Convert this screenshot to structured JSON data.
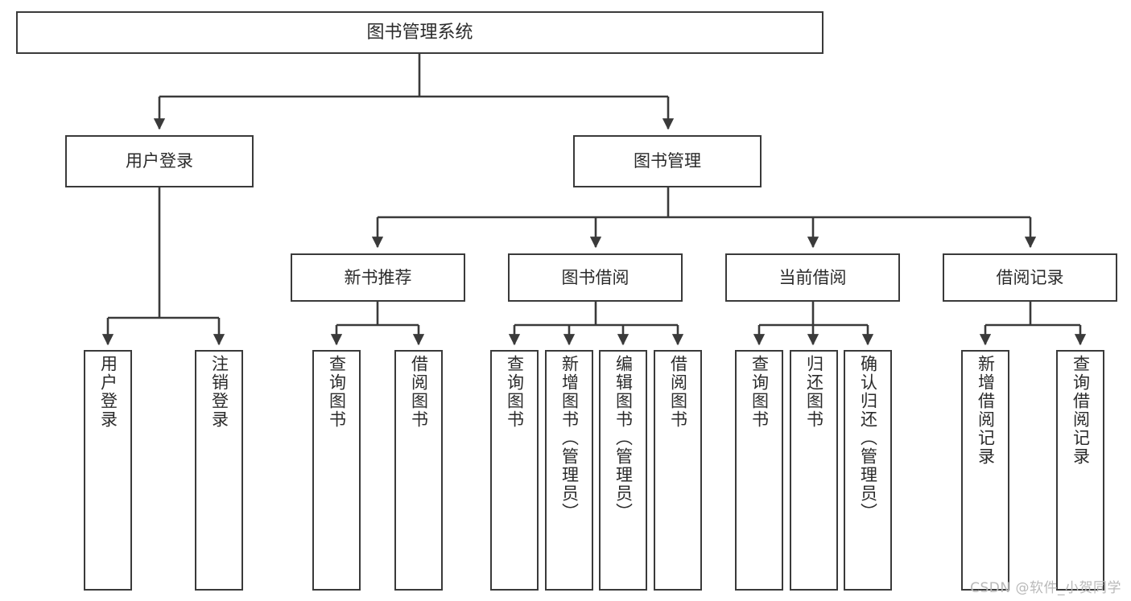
{
  "diagram": {
    "type": "tree-hierarchy",
    "title": "图书管理系统",
    "watermark": "CSDN @软件_小贺同学",
    "colors": {
      "stroke": "#3a3a3a",
      "fill": "#ffffff",
      "text": "#2b2b2b",
      "watermark": "#b9b9b9"
    },
    "nodes": {
      "root": {
        "label": "图书管理系统"
      },
      "level2": [
        {
          "id": "user-login",
          "label": "用户登录"
        },
        {
          "id": "book-manage",
          "label": "图书管理"
        }
      ],
      "level3": [
        {
          "id": "new-book-recommend",
          "label": "新书推荐"
        },
        {
          "id": "book-borrow",
          "label": "图书借阅"
        },
        {
          "id": "current-borrow",
          "label": "当前借阅"
        },
        {
          "id": "borrow-record",
          "label": "借阅记录"
        }
      ],
      "leaves": {
        "user-login": [
          {
            "id": "leaf-user-login",
            "label": "用户登录"
          },
          {
            "id": "leaf-logout-login",
            "label": "注销登录"
          }
        ],
        "new-book-recommend": [
          {
            "id": "leaf-query-book-1",
            "label": "查询图书"
          },
          {
            "id": "leaf-borrow-book-1",
            "label": "借阅图书"
          }
        ],
        "book-borrow": [
          {
            "id": "leaf-query-book-2",
            "label": "查询图书"
          },
          {
            "id": "leaf-add-book",
            "label": "新增图书（管理员）"
          },
          {
            "id": "leaf-edit-book",
            "label": "编辑图书（管理员）"
          },
          {
            "id": "leaf-borrow-book-2",
            "label": "借阅图书"
          }
        ],
        "current-borrow": [
          {
            "id": "leaf-query-book-3",
            "label": "查询图书"
          },
          {
            "id": "leaf-return-book",
            "label": "归还图书"
          },
          {
            "id": "leaf-confirm-return",
            "label": "确认归还（管理员）"
          }
        ],
        "borrow-record": [
          {
            "id": "leaf-add-record",
            "label": "新增借阅记录"
          },
          {
            "id": "leaf-query-record",
            "label": "查询借阅记录"
          }
        ]
      }
    }
  }
}
